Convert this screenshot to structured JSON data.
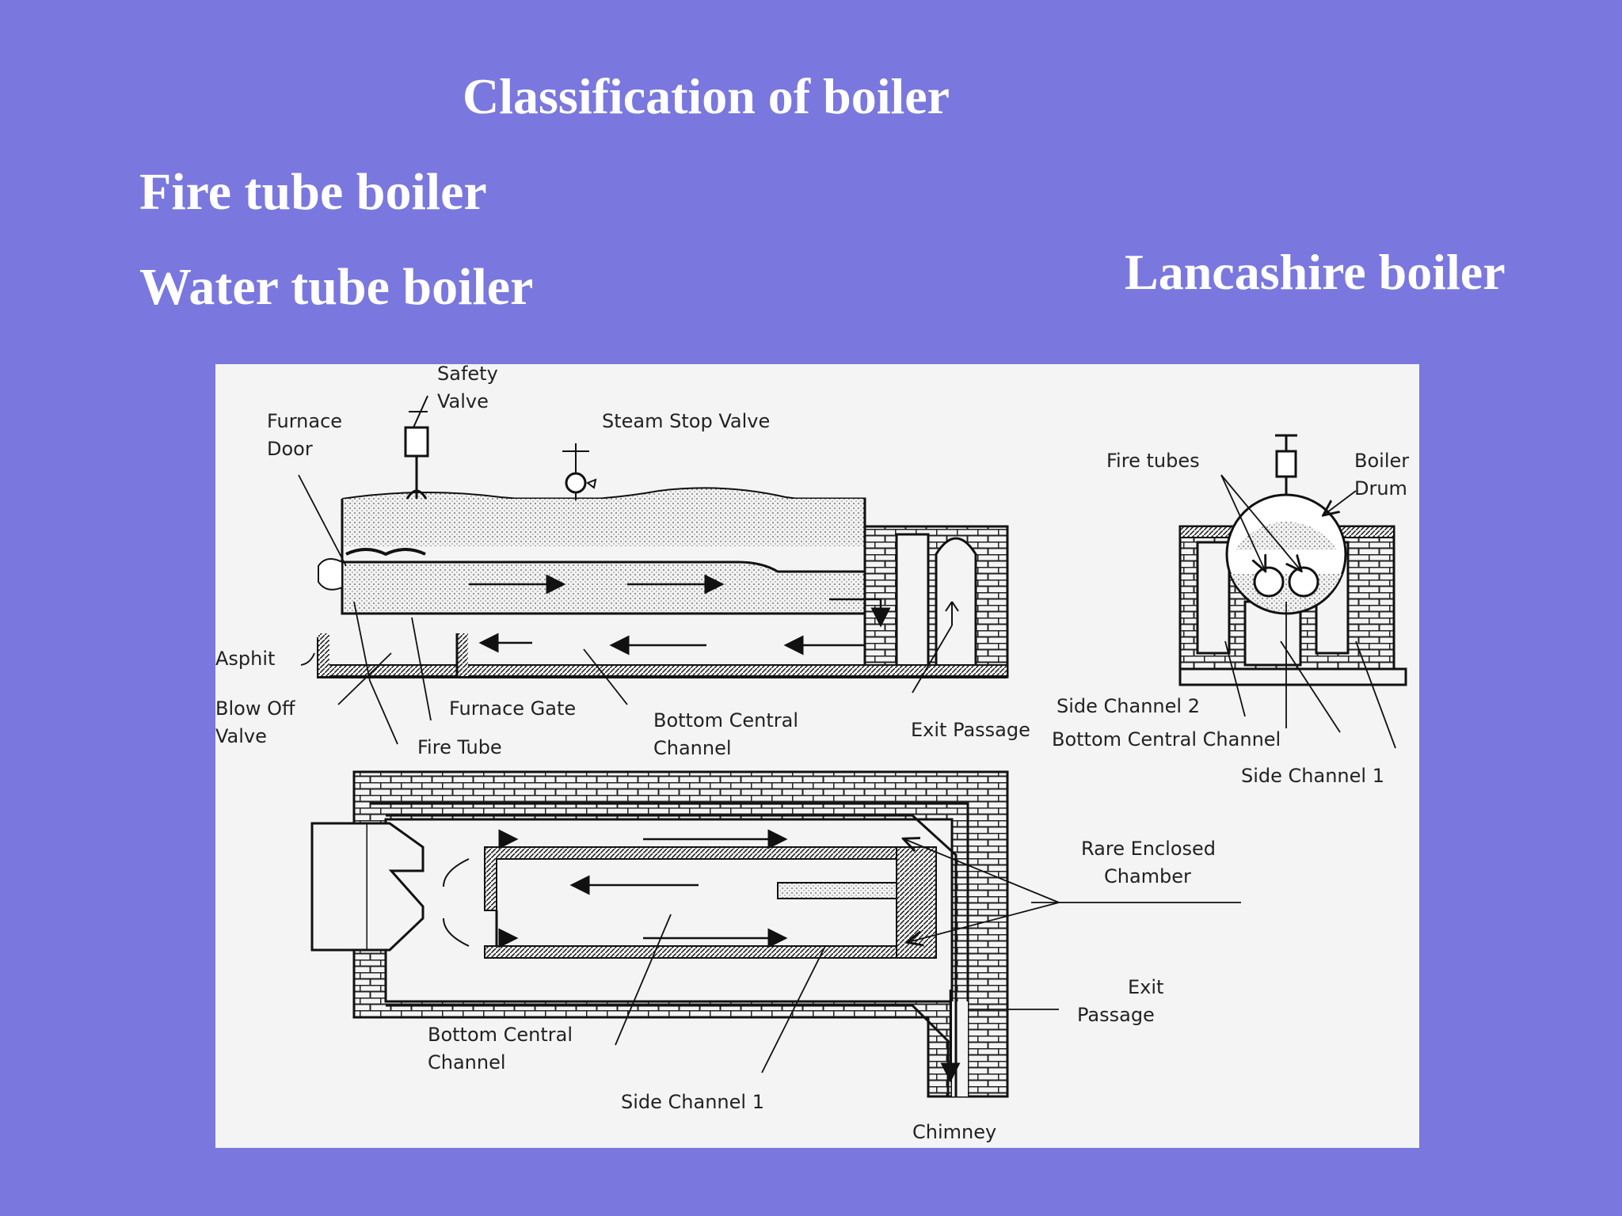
{
  "slide": {
    "background": "#7a78de",
    "title": "Classification of boiler",
    "items": [
      "Fire tube boiler",
      "Water tube boiler"
    ],
    "right_heading": "Lancashire boiler"
  },
  "diagram": {
    "labels": {
      "safety_valve": [
        "Safety",
        "Valve"
      ],
      "furnace_door": [
        "Furnace",
        "Door"
      ],
      "steam_stop_valve": "Steam Stop Valve",
      "asphit": "Asphit",
      "blow_off_valve": [
        "Blow Off",
        "Valve"
      ],
      "furnace_gate": "Furnace Gate",
      "fire_tube": "Fire Tube",
      "bottom_central_channel_top": [
        "Bottom Central",
        "Channel"
      ],
      "exit_passage_top": "Exit Passage",
      "fire_tubes": "Fire tubes",
      "boiler_drum": [
        "Boiler",
        "Drum"
      ],
      "side_channel_2": "Side Channel 2",
      "bottom_central_channel_right": "Bottom Central Channel",
      "side_channel_1_right": "Side Channel 1",
      "rare_enclosed_chamber": [
        "Rare Enclosed",
        "Chamber"
      ],
      "exit_passage_bottom": [
        "Exit",
        "Passage"
      ],
      "bottom_central_channel_bottom": [
        "Bottom Central",
        "Channel"
      ],
      "side_channel_1_bottom": "Side Channel 1",
      "chimney": "Chimney"
    }
  }
}
